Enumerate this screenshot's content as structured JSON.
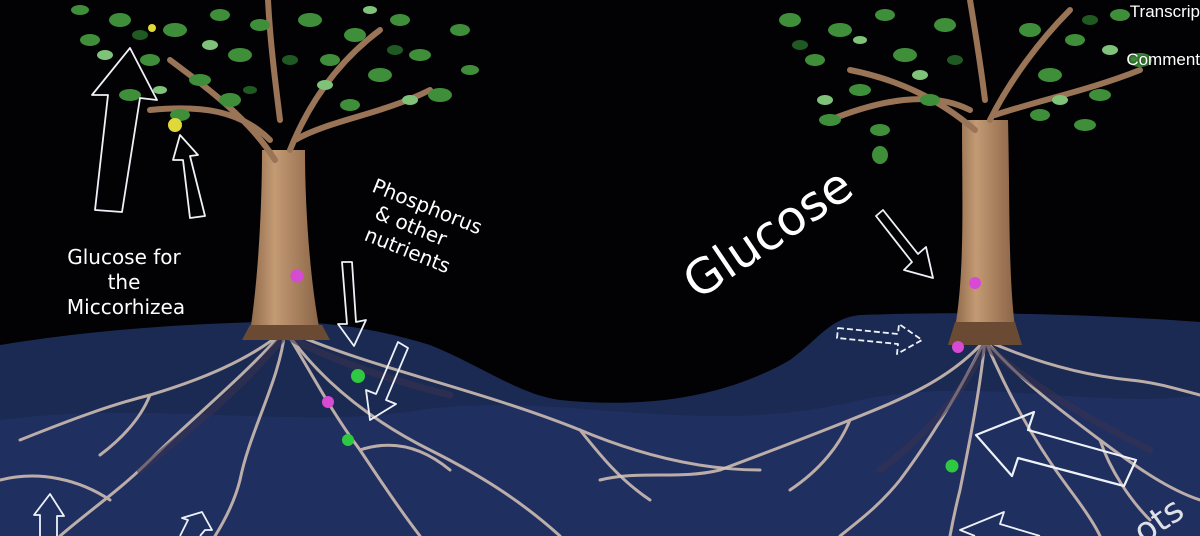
{
  "labels": {
    "glucose_for_line1": "Glucose for",
    "glucose_for_line2": "the",
    "glucose_for_line3": "Miccorhizea",
    "phosphorus_line1": "Phosphorus",
    "phosphorus_line2": "& other",
    "phosphorus_line3": "nutrients",
    "glucose_big": "Glucose",
    "partial_word": "ots"
  },
  "side_panel": {
    "transcript_label": "Transcrip",
    "comments_label": "Comment"
  },
  "colors": {
    "background": "#020204",
    "soil": "#1b2a52",
    "trunk": "#b58d68",
    "leaf": "#3f8f3a",
    "root": "#d7c2b4",
    "nutrient_pink": "#d64ad4",
    "nutrient_green": "#2ec843",
    "nutrient_yellow": "#e0d83a"
  }
}
